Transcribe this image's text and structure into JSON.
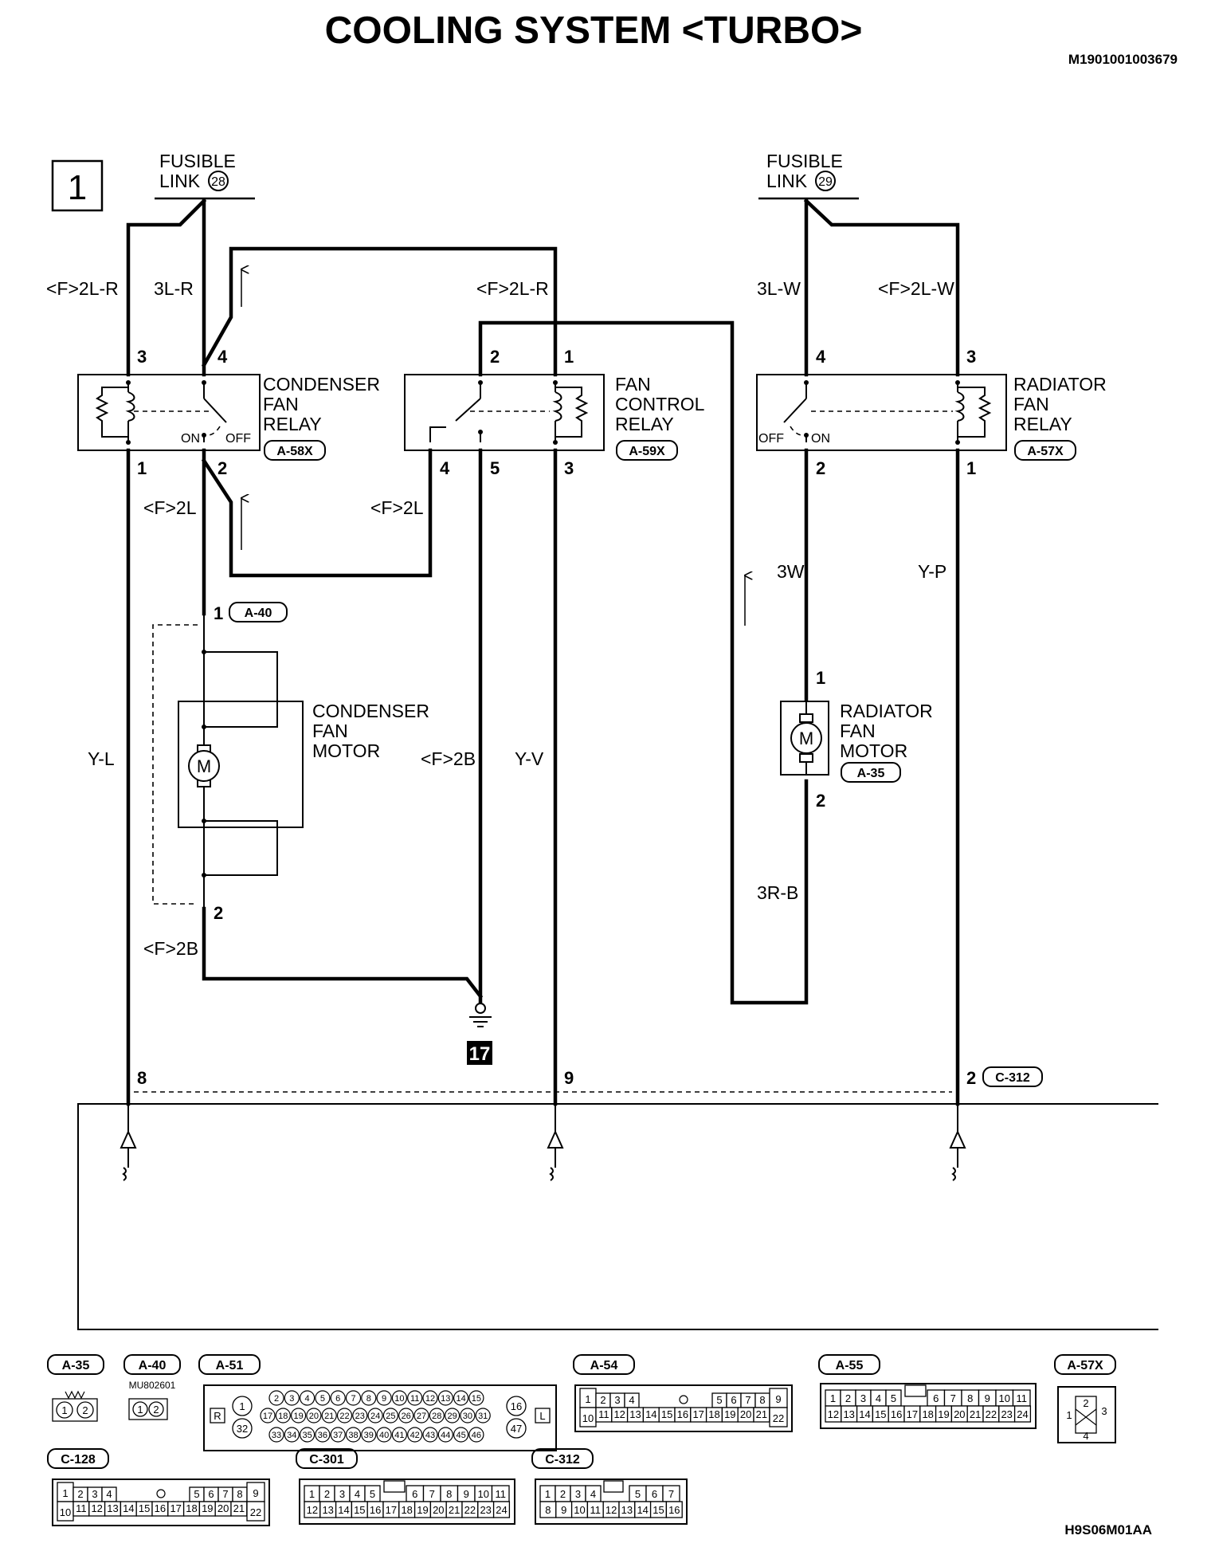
{
  "title": "COOLING SYSTEM <TURBO>",
  "doc_id": "M1901001003679",
  "figure_id": "H9S06M01AA",
  "section_number": "1",
  "fusible_links": [
    {
      "line1": "FUSIBLE",
      "line2": "LINK",
      "num": "28"
    },
    {
      "line1": "FUSIBLE",
      "line2": "LINK",
      "num": "29"
    }
  ],
  "wire_labels": {
    "f2lr_a": "<F>2L-R",
    "l3r": "3L-R",
    "f2lr_b": "<F>2L-R",
    "l3w": "3L-W",
    "f2lw": "<F>2L-W",
    "f2l_a": "<F>2L",
    "f2l_b": "<F>2L",
    "w3": "3W",
    "yp": "Y-P",
    "yl": "Y-L",
    "f2b_a": "<F>2B",
    "yv": "Y-V",
    "r3b": "3R-B",
    "f2b_b": "<F>2B"
  },
  "components": {
    "condenser_relay": {
      "l1": "CONDENSER",
      "l2": "FAN",
      "l3": "RELAY",
      "conn": "A-58X",
      "on": "ON",
      "off": "OFF"
    },
    "fan_control_relay": {
      "l1": "FAN",
      "l2": "CONTROL",
      "l3": "RELAY",
      "conn": "A-59X"
    },
    "radiator_relay": {
      "l1": "RADIATOR",
      "l2": "FAN",
      "l3": "RELAY",
      "conn": "A-57X",
      "on": "ON",
      "off": "OFF"
    },
    "condenser_motor": {
      "l1": "CONDENSER",
      "l2": "FAN",
      "l3": "MOTOR",
      "conn": "A-40",
      "symbol": "M"
    },
    "radiator_motor": {
      "l1": "RADIATOR",
      "l2": "FAN",
      "l3": "MOTOR",
      "conn": "A-35",
      "symbol": "M"
    }
  },
  "pins": {
    "cr_3": "3",
    "cr_4": "4",
    "cr_1": "1",
    "cr_2": "2",
    "fc_2": "2",
    "fc_1": "1",
    "fc_4": "4",
    "fc_5": "5",
    "fc_3": "3",
    "rr_4": "4",
    "rr_3": "3",
    "rr_2": "2",
    "rr_1": "1",
    "cm_1": "1",
    "cm_2": "2",
    "rm_1": "1",
    "rm_2": "2",
    "c312_8": "8",
    "c312_9": "9",
    "c312_2": "2"
  },
  "junction_connector": "C-312",
  "ground_number": "17",
  "connector_legend": {
    "a35": {
      "name": "A-35",
      "pins": [
        "1",
        "2"
      ]
    },
    "a40": {
      "name": "A-40",
      "part": "MU802601",
      "pins": [
        "1",
        "2"
      ]
    },
    "a51": {
      "name": "A-51",
      "side_left": "R",
      "side_right": "L",
      "row1": [
        "2",
        "3",
        "4",
        "5",
        "6",
        "7",
        "8",
        "9",
        "10",
        "11",
        "12",
        "13",
        "14",
        "15"
      ],
      "row2": [
        "17",
        "18",
        "19",
        "20",
        "21",
        "22",
        "23",
        "24",
        "25",
        "26",
        "27",
        "28",
        "29",
        "30",
        "31"
      ],
      "row3": [
        "33",
        "34",
        "35",
        "36",
        "37",
        "38",
        "39",
        "40",
        "41",
        "42",
        "43",
        "44",
        "45",
        "46"
      ],
      "left_col": [
        "1",
        "32"
      ],
      "right_col": [
        "16",
        "47"
      ]
    },
    "a54": {
      "name": "A-54",
      "top_left": "1",
      "top_a": [
        "2",
        "3",
        "4"
      ],
      "top_b": [
        "5",
        "6",
        "7",
        "8"
      ],
      "top_right": "9",
      "bottom_left": "10",
      "bottom": [
        "11",
        "12",
        "13",
        "14",
        "15",
        "16",
        "17",
        "18",
        "19",
        "20",
        "21"
      ],
      "bottom_right": "22"
    },
    "a55": {
      "name": "A-55",
      "top_a": [
        "1",
        "2",
        "3",
        "4",
        "5"
      ],
      "top_b": [
        "6",
        "7",
        "8",
        "9",
        "10",
        "11"
      ],
      "bottom": [
        "12",
        "13",
        "14",
        "15",
        "16",
        "17",
        "18",
        "19",
        "20",
        "21",
        "22",
        "23",
        "24"
      ]
    },
    "a57x": {
      "name": "A-57X",
      "pins": [
        "1",
        "2",
        "3",
        "4"
      ]
    },
    "c128": {
      "name": "C-128",
      "top_left": "1",
      "top_a": [
        "2",
        "3",
        "4"
      ],
      "top_b": [
        "5",
        "6",
        "7",
        "8"
      ],
      "top_right": "9",
      "bottom_left": "10",
      "bottom": [
        "11",
        "12",
        "13",
        "14",
        "15",
        "16",
        "17",
        "18",
        "19",
        "20",
        "21"
      ],
      "bottom_right": "22"
    },
    "c301": {
      "name": "C-301",
      "top_a": [
        "1",
        "2",
        "3",
        "4",
        "5"
      ],
      "top_b": [
        "6",
        "7",
        "8",
        "9",
        "10",
        "11"
      ],
      "bottom": [
        "12",
        "13",
        "14",
        "15",
        "16",
        "17",
        "18",
        "19",
        "20",
        "21",
        "22",
        "23",
        "24"
      ]
    },
    "c312": {
      "name": "C-312",
      "top_a": [
        "1",
        "2",
        "3",
        "4"
      ],
      "top_b": [
        "5",
        "6",
        "7"
      ],
      "bottom": [
        "8",
        "9",
        "10",
        "11",
        "12",
        "13",
        "14",
        "15",
        "16"
      ]
    }
  }
}
